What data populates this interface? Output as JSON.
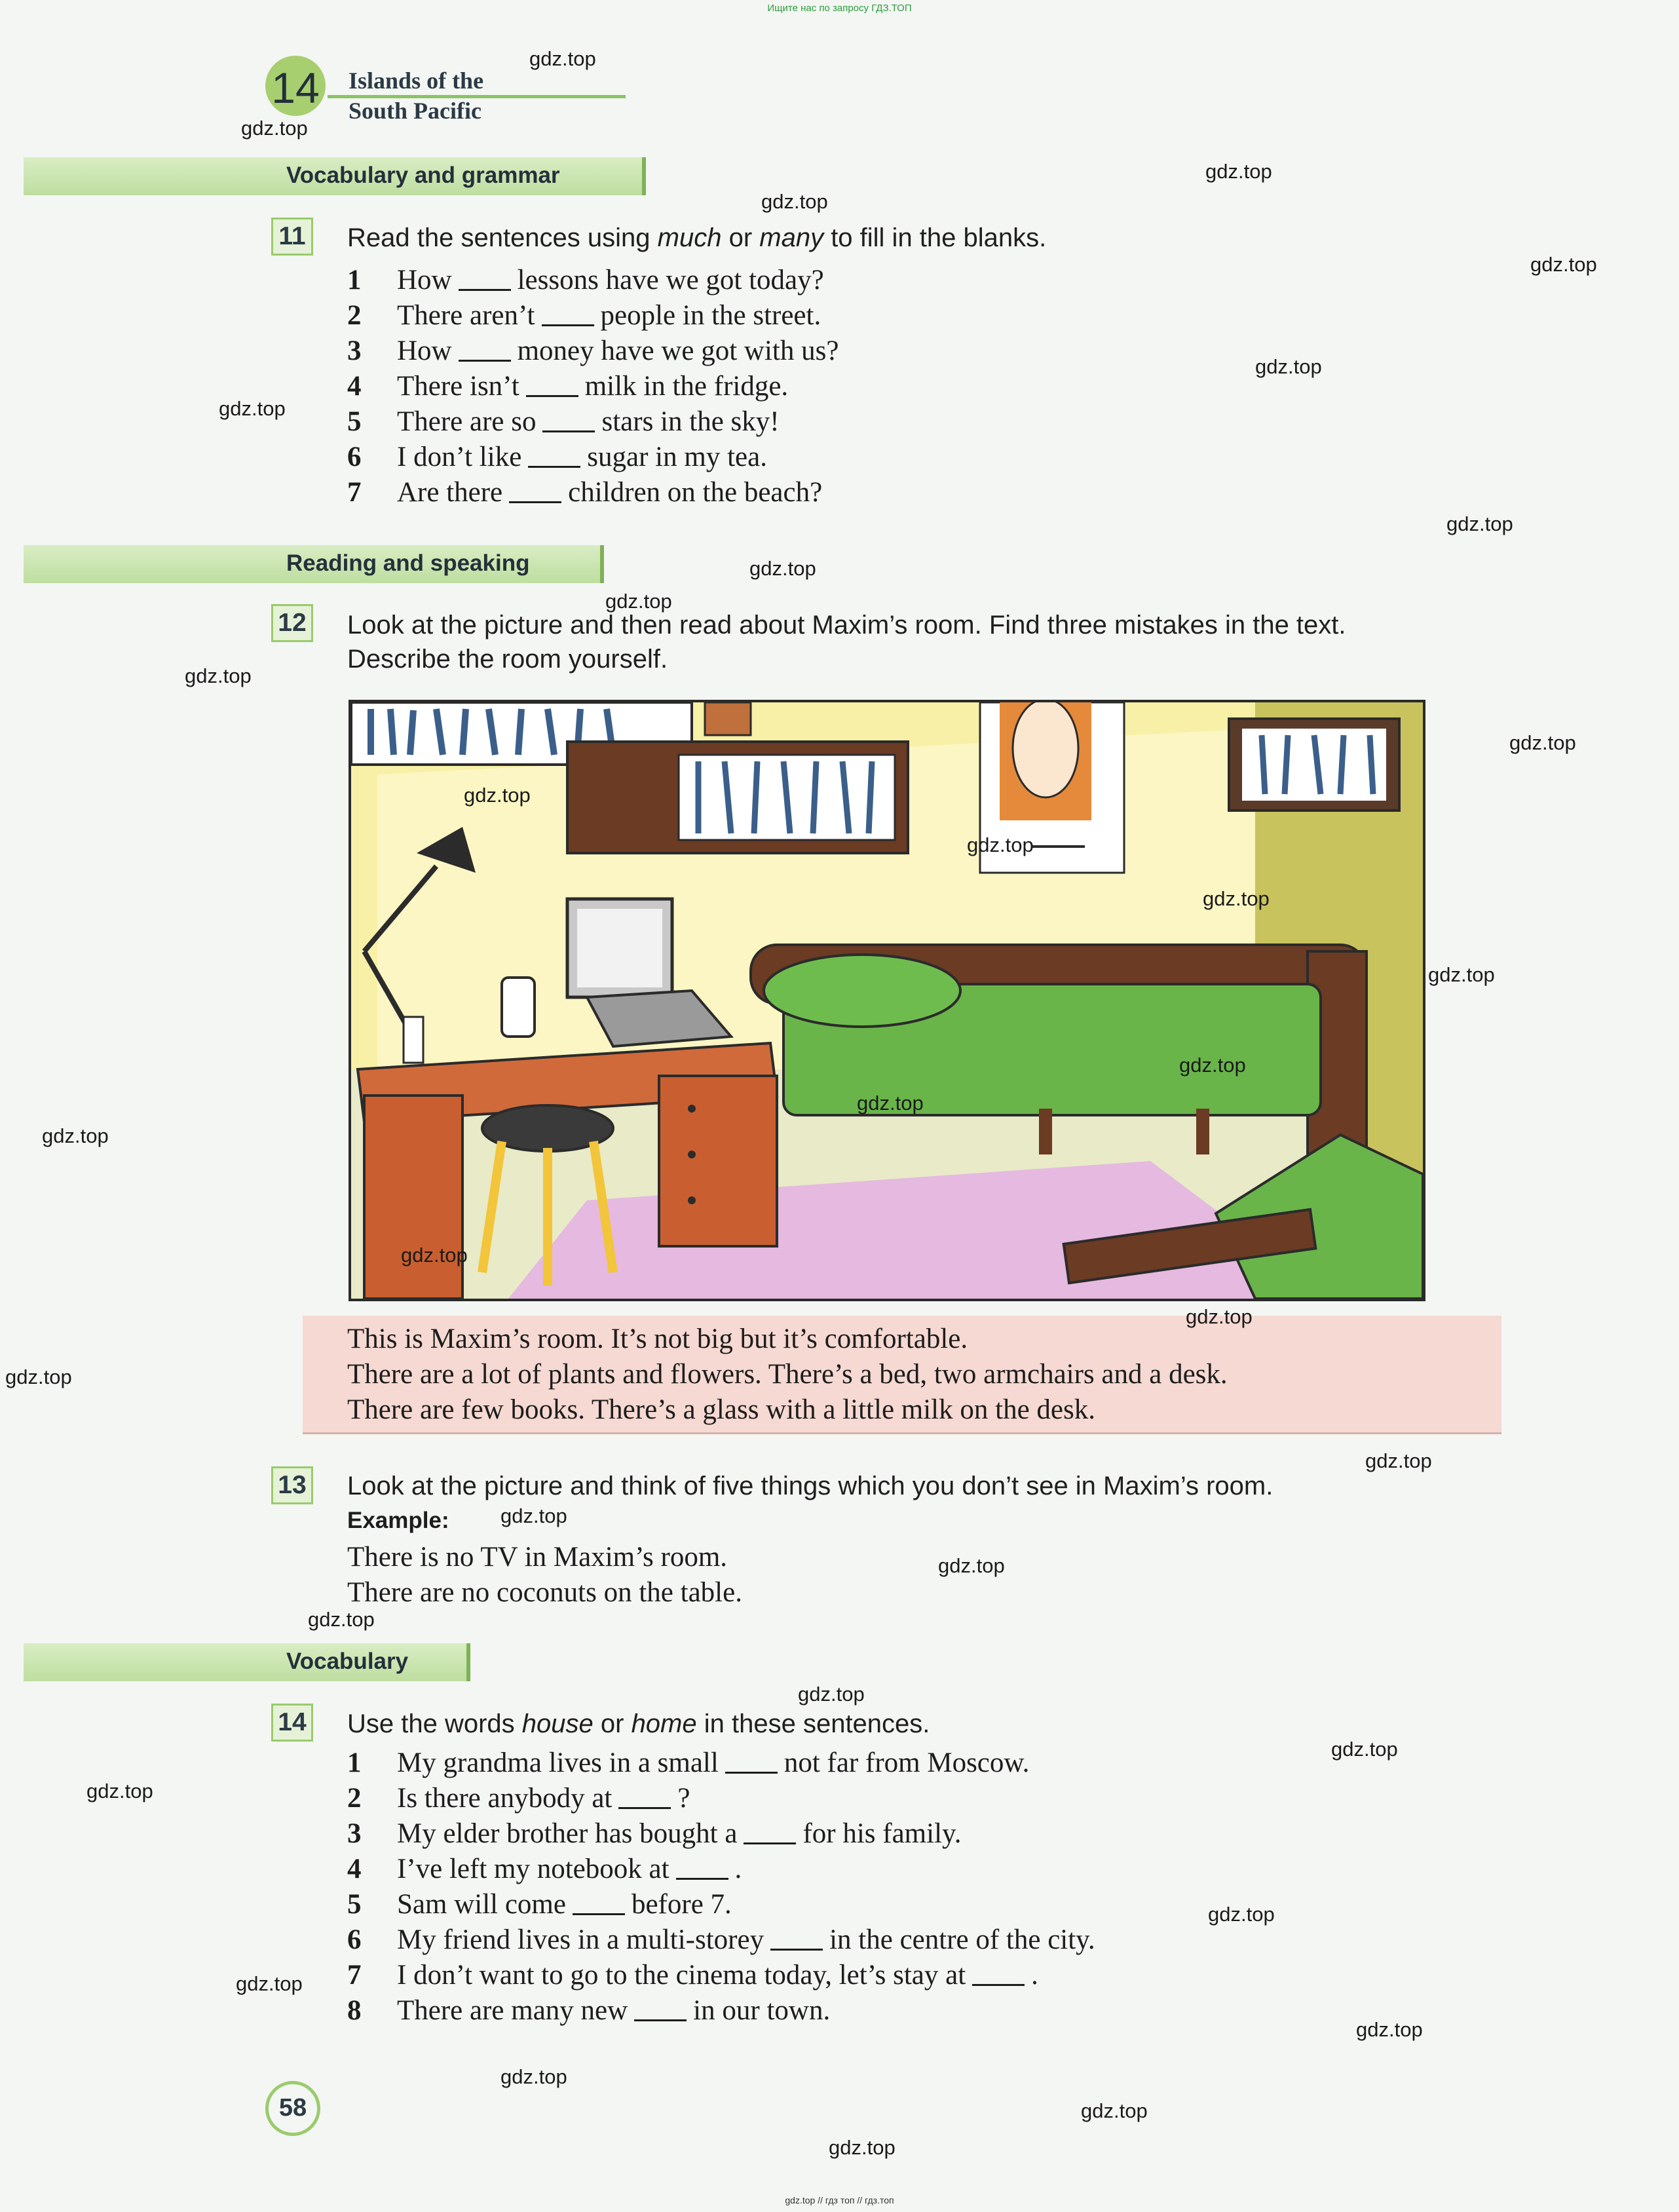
{
  "header": {
    "top_link": "Ищите нас по запросу ГДЗ.ТОП",
    "bottom_link": "gdz.top  //  гдз топ  //  гдз.топ"
  },
  "unit": {
    "number": "14",
    "title_line1": "Islands of the",
    "title_line2": "South Pacific"
  },
  "sections": {
    "vocab_grammar": "Vocabulary and grammar",
    "reading_speaking": "Reading and speaking",
    "vocabulary": "Vocabulary"
  },
  "ex11": {
    "number": "11",
    "instr_a": "Read the sentences using ",
    "instr_much": "much",
    "instr_or": " or ",
    "instr_many": "many",
    "instr_b": " to fill in the blanks.",
    "items": [
      {
        "n": "1",
        "a": "How",
        "b": "lessons have we got today?"
      },
      {
        "n": "2",
        "a": "There aren’t",
        "b": "people in the street."
      },
      {
        "n": "3",
        "a": "How",
        "b": "money have we got with us?"
      },
      {
        "n": "4",
        "a": "There isn’t",
        "b": "milk in the fridge."
      },
      {
        "n": "5",
        "a": "There are so",
        "b": "stars in the sky!"
      },
      {
        "n": "6",
        "a": "I don’t like",
        "b": "sugar in my tea."
      },
      {
        "n": "7",
        "a": "Are there",
        "b": "children on the beach?"
      }
    ]
  },
  "ex12": {
    "number": "12",
    "instr_line1": "Look at the picture and then read about Maxim’s room. Find three mistakes in the text.",
    "instr_line2": "Describe the room yourself.",
    "text": [
      "This is Maxim’s room. It’s not big but it’s comfortable.",
      "There are a lot of plants and flowers. There’s a bed, two armchairs and a desk.",
      "There are few books. There’s a glass with a little milk on the desk."
    ]
  },
  "ex13": {
    "number": "13",
    "instr": "Look at the picture and think of five things which you don’t see in Maxim’s room.",
    "example_label": "Example:",
    "example_1": "There is no TV in Maxim’s room.",
    "example_2": "There are no coconuts on the table."
  },
  "ex14": {
    "number": "14",
    "instr_a": "Use the words ",
    "instr_house": "house",
    "instr_or": " or ",
    "instr_home": "home",
    "instr_b": " in these sentences.",
    "items": [
      {
        "n": "1",
        "a": "My grandma lives in a small",
        "b": "not far from Moscow."
      },
      {
        "n": "2",
        "a": "Is there anybody at",
        "b": "?"
      },
      {
        "n": "3",
        "a": "My elder brother has bought a",
        "b": "for his family."
      },
      {
        "n": "4",
        "a": "I’ve left my notebook at",
        "b": "."
      },
      {
        "n": "5",
        "a": "Sam will come",
        "b": "before 7."
      },
      {
        "n": "6",
        "a": "My friend lives in a multi-storey",
        "b": "in the centre of the city."
      },
      {
        "n": "7",
        "a": "I don’t want to go to the cinema today, let’s stay at",
        "b": "."
      },
      {
        "n": "8",
        "a": "There are many new",
        "b": "in our town."
      }
    ]
  },
  "page_number": "58",
  "watermark": "gdz.top",
  "colors": {
    "accent_green": "#a7cf6f",
    "section_bar": "#c9e5ad",
    "text_box": "#f6d9d2"
  }
}
